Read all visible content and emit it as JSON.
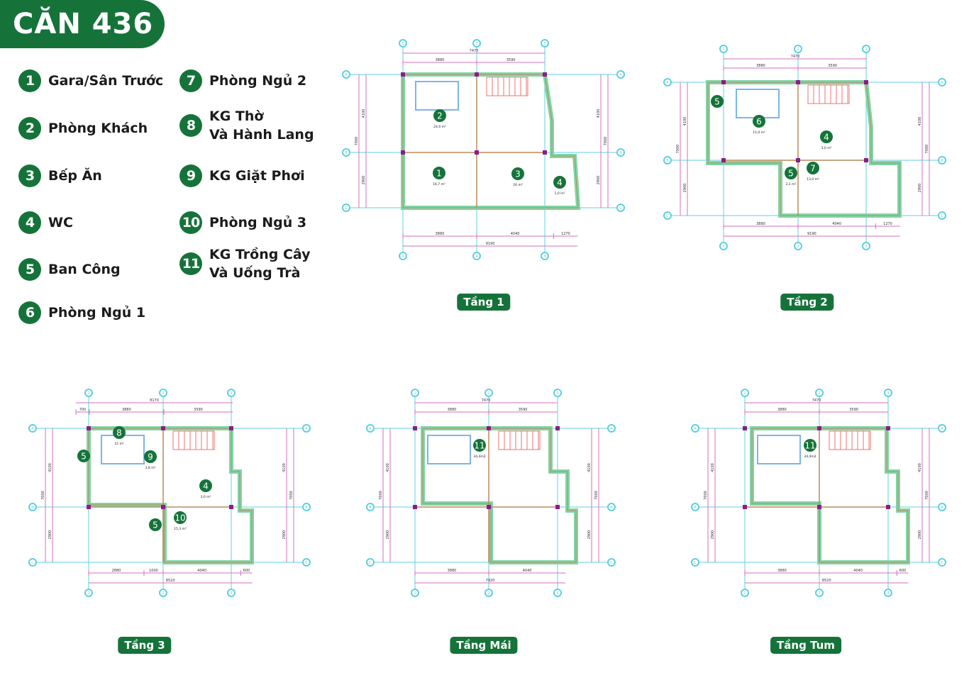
{
  "title": "CĂN 436",
  "legend": [
    {
      "num": "1",
      "label": "Gara/Sân Trước"
    },
    {
      "num": "2",
      "label": "Phòng Khách"
    },
    {
      "num": "3",
      "label": "Bếp Ăn"
    },
    {
      "num": "4",
      "label": "WC"
    },
    {
      "num": "5",
      "label": "Ban Công"
    },
    {
      "num": "6",
      "label": "Phòng Ngủ 1"
    },
    {
      "num": "7",
      "label": "Phòng Ngủ 2"
    },
    {
      "num": "8",
      "label": "KG Thờ\nVà Hành Lang"
    },
    {
      "num": "9",
      "label": "KG Giặt Phơi"
    },
    {
      "num": "10",
      "label": "Phòng Ngủ 3"
    },
    {
      "num": "11",
      "label": "KG Trồng Cây\nVà Uống Trà"
    }
  ],
  "colors": {
    "brand": "#15733a",
    "axis": "#5fd0e0",
    "dim": "#d56fbf",
    "wall": "#7fd6a8",
    "wall_edge": "#b98a5a",
    "furniture": "#7fb4e8",
    "stairs": "#f07070"
  },
  "axis_labels": {
    "cols": [
      "1",
      "2",
      "3"
    ],
    "rows": [
      "A",
      "B",
      "C"
    ]
  },
  "floors": [
    {
      "title": "Tầng 1",
      "top_total": "7470",
      "top_parts": [
        "3880",
        "3590"
      ],
      "bottom_parts": [
        "3880",
        "4040",
        "1270"
      ],
      "bottom_total": "9190",
      "side_parts": [
        "4100",
        "2900"
      ],
      "side_total": "7000",
      "markers": [
        {
          "num": "1",
          "area": "16,7 m²"
        },
        {
          "num": "2",
          "area": "24,0 m²"
        },
        {
          "num": "3",
          "area": "16 m²"
        },
        {
          "num": "4",
          "area": "1,0 m²"
        }
      ]
    },
    {
      "title": "Tầng 2",
      "top_total": "7470",
      "top_parts": [
        "3880",
        "3590"
      ],
      "bottom_parts": [
        "3880",
        "4040",
        "1270"
      ],
      "bottom_total": "9190",
      "side_parts": [
        "4100",
        "2900"
      ],
      "side_total": "7000",
      "markers": [
        {
          "num": "5",
          "area": ""
        },
        {
          "num": "6",
          "area": "15,0 m²"
        },
        {
          "num": "4",
          "area": "3,0 m²"
        },
        {
          "num": "5",
          "area": "2,1 m²"
        },
        {
          "num": "7",
          "area": "13,0 m²"
        }
      ]
    },
    {
      "title": "Tầng 3",
      "top_total": "8170",
      "top_parts": [
        "700",
        "3880",
        "3590"
      ],
      "bottom_parts": [
        "2880",
        "1000",
        "4040",
        "600"
      ],
      "bottom_total": "8520",
      "side_parts": [
        "4100",
        "2900"
      ],
      "side_total": "7000",
      "markers": [
        {
          "num": "8",
          "area": "12 m²"
        },
        {
          "num": "5",
          "area": ""
        },
        {
          "num": "9",
          "area": "3,8 m²"
        },
        {
          "num": "4",
          "area": "3,0 m²"
        },
        {
          "num": "10",
          "area": "15,3 m²"
        },
        {
          "num": "5",
          "area": ""
        }
      ]
    },
    {
      "title": "Tầng Mái",
      "top_total": "7470",
      "top_parts": [
        "3880",
        "3590"
      ],
      "bottom_parts": [
        "3880",
        "4040"
      ],
      "bottom_total": "7920",
      "side_parts": [
        "4100",
        "2900"
      ],
      "side_total": "7000",
      "markers": [
        {
          "num": "11",
          "area": "34,4m2"
        }
      ]
    },
    {
      "title": "Tầng Tum",
      "top_total": "7470",
      "top_parts": [
        "3880",
        "3590"
      ],
      "bottom_parts": [
        "3880",
        "4040",
        "600"
      ],
      "bottom_total": "8520",
      "side_parts": [
        "4100",
        "2900"
      ],
      "side_total": "7000",
      "markers": [
        {
          "num": "11",
          "area": "34,4m2"
        }
      ]
    }
  ]
}
